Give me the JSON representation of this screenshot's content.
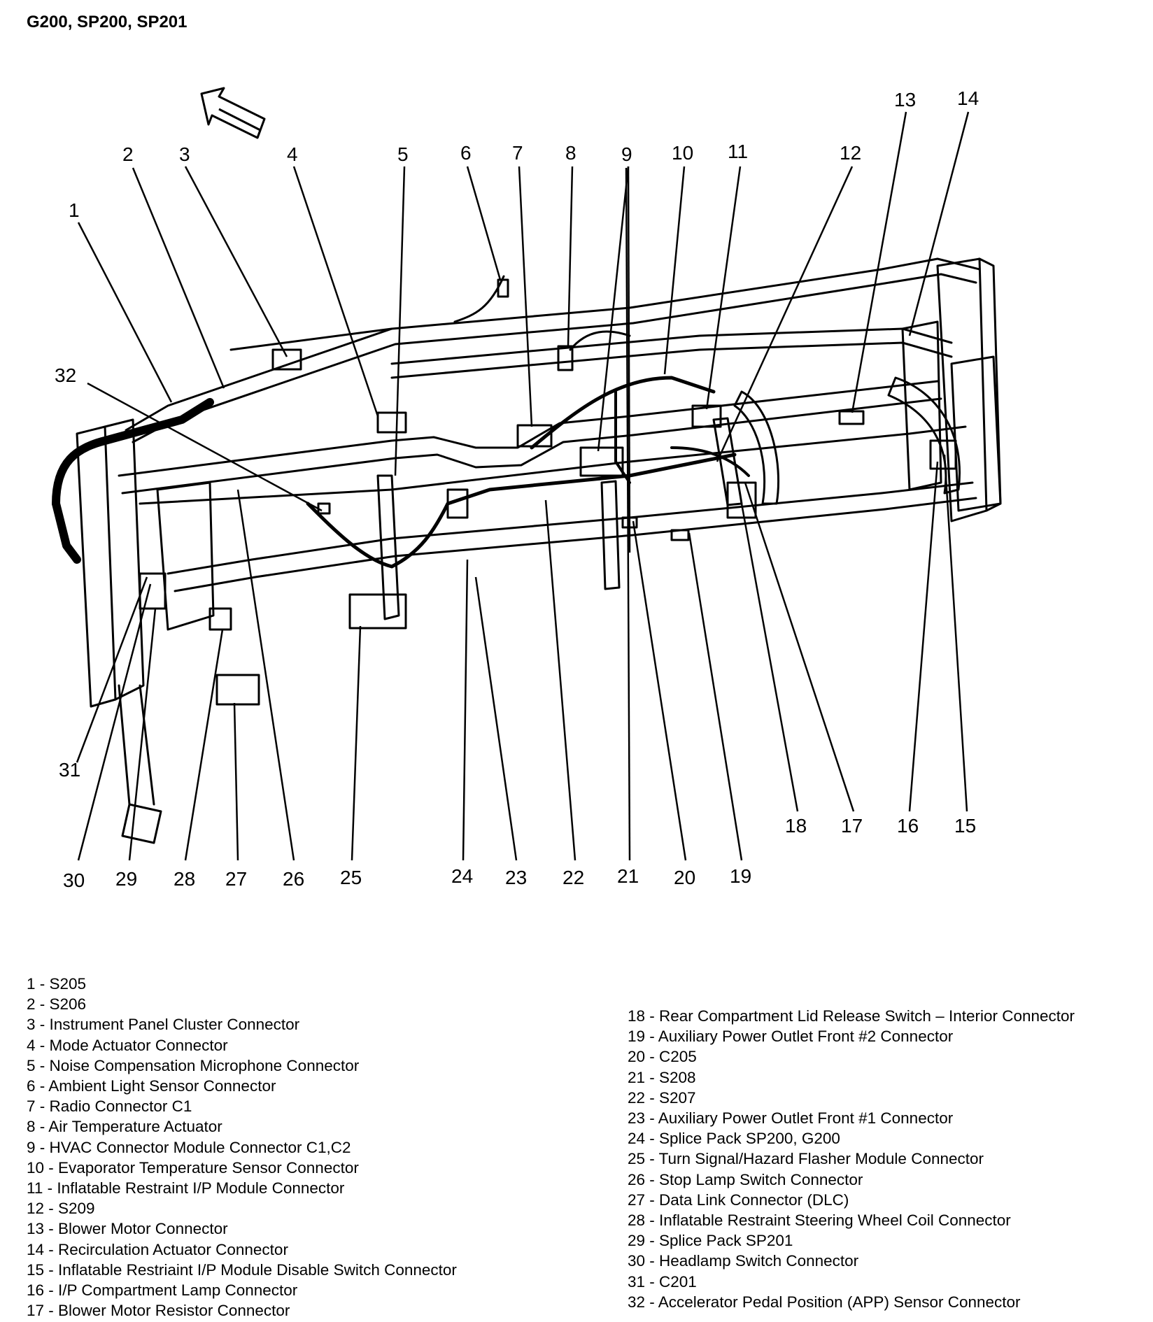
{
  "title": "G200, SP200, SP201",
  "callouts": [
    "1",
    "2",
    "3",
    "4",
    "5",
    "6",
    "7",
    "8",
    "9",
    "10",
    "11",
    "12",
    "13",
    "14",
    "15",
    "16",
    "17",
    "18",
    "19",
    "20",
    "21",
    "22",
    "23",
    "24",
    "25",
    "26",
    "27",
    "28",
    "29",
    "30",
    "31",
    "32"
  ],
  "legend_left": [
    "1 - S205",
    "2 - S206",
    "3 - Instrument Panel Cluster Connector",
    "4 - Mode Actuator Connector",
    "5 - Noise Compensation Microphone Connector",
    "6 - Ambient Light Sensor Connector",
    "7 - Radio Connector C1",
    "8 - Air Temperature Actuator",
    "9 - HVAC Connector Module Connector C1,C2",
    "10 - Evaporator Temperature Sensor Connector",
    "11 - Inflatable Restraint I/P Module Connector",
    "12 - S209",
    "13 - Blower Motor Connector",
    "14 - Recirculation Actuator Connector",
    "15 - Inflatable Restriaint I/P Module Disable Switch Connector",
    "16 - I/P Compartment Lamp Connector",
    "17 - Blower Motor Resistor Connector"
  ],
  "legend_right": [
    "18 - Rear Compartment Lid Release Switch – Interior Connector",
    "19 - Auxiliary Power Outlet Front #2 Connector",
    "20 - C205",
    "21 - S208",
    "22 - S207",
    "23 - Auxiliary Power Outlet Front #1 Connector",
    "24 - Splice Pack SP200, G200",
    "25 - Turn Signal/Hazard Flasher Module Connector",
    "26 - Stop Lamp Switch Connector",
    "27 - Data Link Connector (DLC)",
    "28 - Inflatable Restraint Steering Wheel Coil Connector",
    "29 - Splice Pack SP201",
    "30 - Headlamp Switch Connector",
    "31 - C201",
    "32 - Accelerator Pedal Position (APP) Sensor Connector"
  ]
}
